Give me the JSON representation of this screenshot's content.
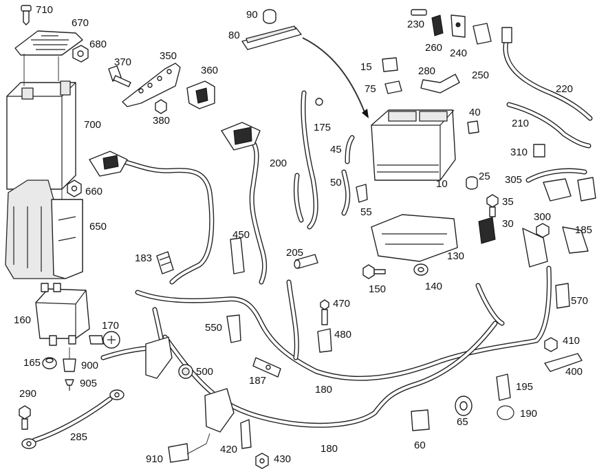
{
  "callouts": {
    "710": "710",
    "670": "670",
    "680": "680",
    "700": "700",
    "660": "660",
    "650": "650",
    "160": "160",
    "170": "170",
    "165": "165",
    "900": "900",
    "905": "905",
    "290": "290",
    "285": "285",
    "370": "370",
    "350": "350",
    "380": "380",
    "360": "360",
    "183": "183",
    "550": "550",
    "500": "500",
    "910": "910",
    "90": "90",
    "80": "80",
    "200": "200",
    "175": "175",
    "450": "450",
    "205": "205",
    "470": "470",
    "480": "480",
    "187": "187",
    "180": "180",
    "420": "420",
    "430": "430",
    "230": "230",
    "260": "260",
    "240": "240",
    "250": "250",
    "220": "220",
    "210": "210",
    "15": "15",
    "75": "75",
    "280": "280",
    "40": "40",
    "45": "45",
    "50": "50",
    "55": "55",
    "10": "10",
    "25": "25",
    "310": "310",
    "305": "305",
    "35": "35",
    "30": "30",
    "300": "300",
    "185": "185",
    "130": "130",
    "150": "150",
    "140": "140",
    "570": "570",
    "410": "410",
    "400": "400",
    "195": "195",
    "190": "190",
    "65": "65",
    "60": "60"
  }
}
